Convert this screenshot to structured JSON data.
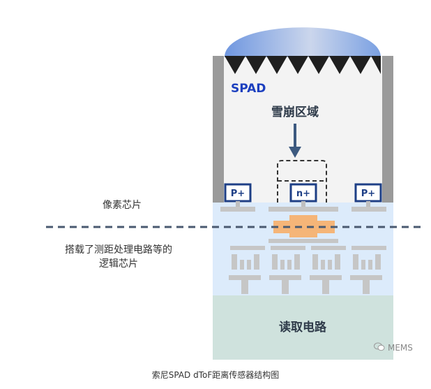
{
  "labels": {
    "spad": "SPAD",
    "avalanche_region": "雪崩区域",
    "p_plus_left": "P+",
    "n_plus": "n+",
    "p_plus_right": "P+",
    "pixel_chip": "像素芯片",
    "logic_chip_line1": "搭载了测距处理电路等的",
    "logic_chip_line2": "逻辑芯片",
    "readout_circuit": "读取电路",
    "watermark": "MEMS",
    "caption": "索尼SPAD dToF距离传感器结构图"
  },
  "colors": {
    "lens_gradient": [
      "#6f97e0",
      "#cbd6ec",
      "#6f97e0"
    ],
    "side_wall": "#9a9a9a",
    "pixel_body": "#f3f3f3",
    "logic_layer": "#dcebfb",
    "readout_layer": "#cfe2dd",
    "contact_blue": "#1e3f86",
    "bond_orange": "#f5b578",
    "spad_text": "#1c3fbf",
    "dark_text": "#2f3b4a"
  }
}
